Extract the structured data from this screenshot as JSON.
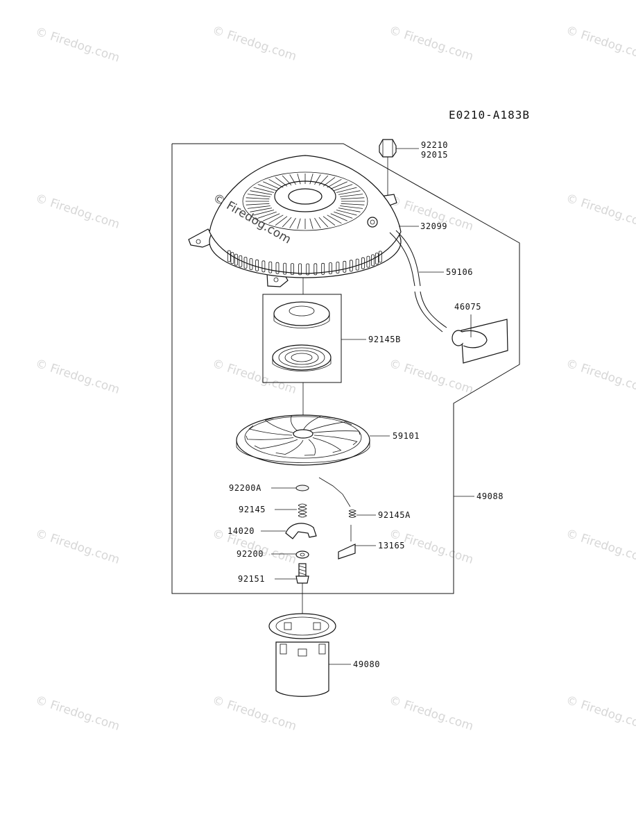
{
  "diagram_code": "E0210-A183B",
  "watermark": "© Firedog.com",
  "parts": {
    "cap_nut_a": "92210",
    "cap_nut_b": "92015",
    "case": "32099",
    "rope": "59106",
    "handle": "46075",
    "spring_set": "92145B",
    "reel": "59101",
    "assembly": "49088",
    "washer_a": "92200A",
    "spring": "92145",
    "spring_a": "92145A",
    "ratchet": "14020",
    "plate": "13165",
    "washer": "92200",
    "bolt": "92151",
    "pulley": "49080"
  }
}
